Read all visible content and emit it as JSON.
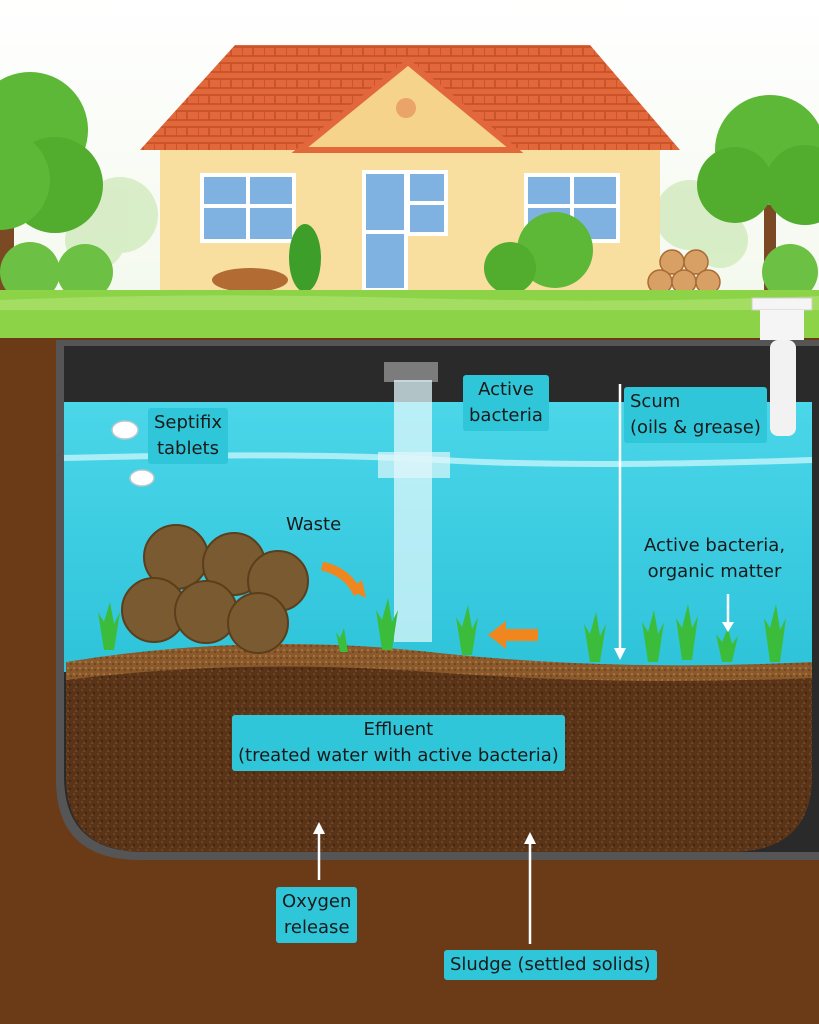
{
  "labels": {
    "active_bacteria_top": [
      "Active",
      "bacteria"
    ],
    "septifix": [
      "Septifix",
      "tablets"
    ],
    "scum": [
      "Scum",
      "(oils & grease)"
    ],
    "waste": "Waste",
    "active_bacteria_organic": [
      "Active bacteria,",
      "organic matter"
    ],
    "effluent": [
      "Effluent",
      "(treated water with active bacteria)"
    ],
    "oxygen": [
      "Oxygen",
      "release"
    ],
    "sludge": "Sludge (settled solids)"
  },
  "colors": {
    "soil": "#6b3a17",
    "water": "#3fd0e4",
    "label_box": "#2fc6d9",
    "sludge": "#5a3418",
    "roof": "#e2673a",
    "wall": "#f8dfa0",
    "grass": "#8cd348",
    "arrow_orange": "#f0861e"
  }
}
